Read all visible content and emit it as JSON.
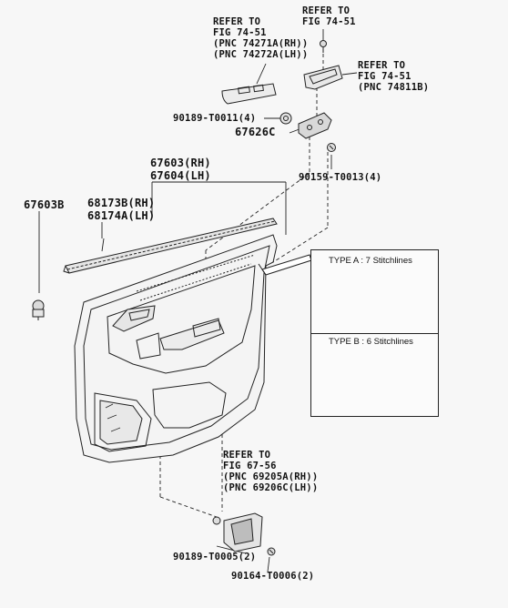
{
  "callouts": {
    "ref_switch": [
      "REFER TO",
      "FIG 74-51",
      "(PNC 74271A(RH))",
      "(PNC 74272A(LH))"
    ],
    "ref_screw_top": [
      "REFER TO",
      "FIG 74-51"
    ],
    "ref_pocket": [
      "REFER TO",
      "FIG 74-51",
      "(PNC 74811B)"
    ],
    "part_90189_top": "90189-T0011(4)",
    "part_67626C": "67626C",
    "part_90159": "90159-T0013(4)",
    "panel_rh": "67603(RH)",
    "panel_lh": "67604(LH)",
    "part_67603B": "67603B",
    "weather_rh": "68173B(RH)",
    "weather_lh": "68174A(LH)",
    "ref_handle": [
      "REFER TO",
      "FIG 67-56",
      "(PNC 69205A(RH))",
      "(PNC 69206C(LH))"
    ],
    "part_90189_bottom": "90189-T0005(2)",
    "part_90164": "90164-T0006(2)"
  },
  "types": {
    "type_a": "TYPE A : 7 Stitchlines",
    "type_b": "TYPE B : 6 Stitchlines"
  }
}
